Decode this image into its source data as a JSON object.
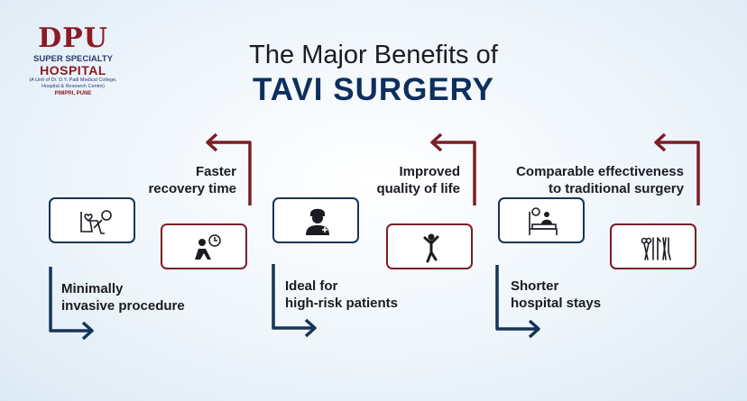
{
  "logo": {
    "mark": "DPU",
    "line1": "SUPER SPECIALTY",
    "line2": "HOSPITAL",
    "line3": "(A Unit of Dr. D.Y. Patil Medical College, Hospital & Research Centre)",
    "line4": "PIMPRI, PUNE"
  },
  "title": {
    "line1": "The Major Benefits of",
    "line2": "TAVI SURGERY"
  },
  "benefits": [
    {
      "text": "Minimally invasive procedure",
      "lines": [
        "Minimally",
        "invasive procedure"
      ],
      "icon": "heart-valve-icon",
      "color": "#163457"
    },
    {
      "text": "Faster recovery time",
      "lines": [
        "Faster",
        "recovery time"
      ],
      "icon": "patient-clock-icon",
      "color": "#7a1e26"
    },
    {
      "text": "Ideal for high-risk patients",
      "lines": [
        "Ideal for",
        "high-risk patients"
      ],
      "icon": "doctor-icon",
      "color": "#163457"
    },
    {
      "text": "Improved quality of life",
      "lines": [
        "Improved",
        "quality of life"
      ],
      "icon": "jumping-person-icon",
      "color": "#7a1e26"
    },
    {
      "text": "Shorter hospital stays",
      "lines": [
        "Shorter",
        "hospital stays"
      ],
      "icon": "hospital-bed-icon",
      "color": "#163457"
    },
    {
      "text": "Comparable effectiveness to traditional surgery",
      "lines": [
        "Comparable effectiveness",
        "to traditional surgery"
      ],
      "icon": "surgical-tools-icon",
      "color": "#7a1e26"
    }
  ]
}
